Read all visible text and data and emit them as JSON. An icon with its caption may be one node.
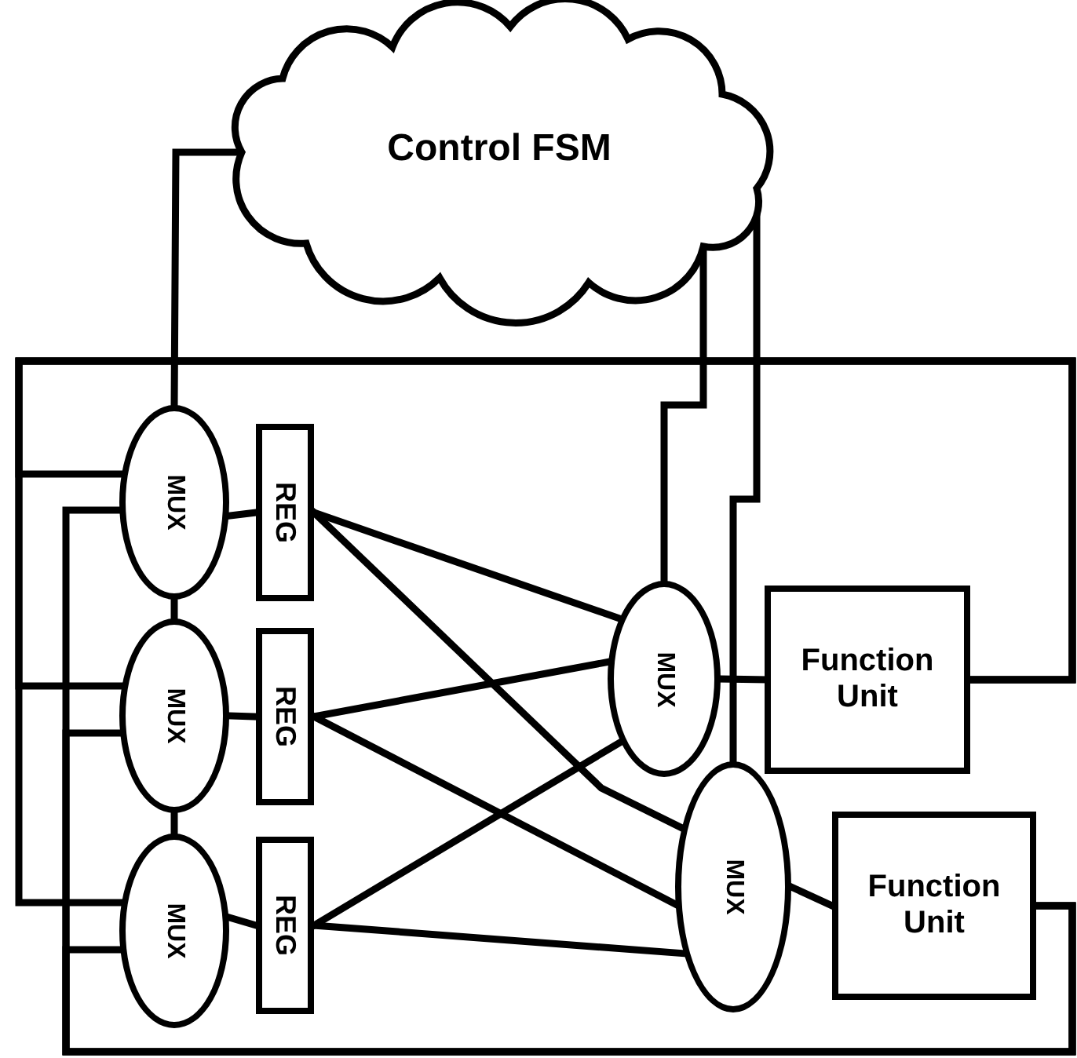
{
  "diagram": {
    "nodes": [
      {
        "text": [
          "Control FSM"
        ]
      },
      {
        "text": [
          "MUX"
        ]
      },
      {
        "text": [
          "REG"
        ]
      },
      {
        "text": [
          "MUX"
        ]
      },
      {
        "text": [
          "REG"
        ]
      },
      {
        "text": [
          "MUX"
        ]
      },
      {
        "text": [
          "REG"
        ]
      },
      {
        "text": [
          "MUX"
        ]
      },
      {
        "text": [
          "Function Unit"
        ]
      },
      {
        "text": [
          "MUX"
        ]
      },
      {
        "text": [
          "Function Unit"
        ]
      }
    ],
    "edges": [
      {
        "from": 0,
        "to": 1,
        "arrow": "none"
      },
      {
        "from": 0,
        "to": 7,
        "arrow": "none"
      },
      {
        "from": 0,
        "to": 9,
        "arrow": "none"
      },
      {
        "from": 1,
        "to": 2,
        "arrow": "none"
      },
      {
        "from": 1,
        "to": 3,
        "arrow": "none"
      },
      {
        "from": 3,
        "to": 4,
        "arrow": "none"
      },
      {
        "from": 3,
        "to": 5,
        "arrow": "none"
      },
      {
        "from": 5,
        "to": 6,
        "arrow": "none"
      },
      {
        "from": 2,
        "to": 7,
        "arrow": "none"
      },
      {
        "from": 2,
        "to": 9,
        "arrow": "none"
      },
      {
        "from": 4,
        "to": 7,
        "arrow": "none"
      },
      {
        "from": 4,
        "to": 9,
        "arrow": "none"
      },
      {
        "from": 6,
        "to": 7,
        "arrow": "none"
      },
      {
        "from": 6,
        "to": 9,
        "arrow": "none"
      },
      {
        "from": 7,
        "to": 8,
        "arrow": "none"
      },
      {
        "from": 9,
        "to": 10,
        "arrow": "none"
      },
      {
        "from": 8,
        "to": 1,
        "arrow": "none"
      },
      {
        "from": 8,
        "to": 3,
        "arrow": "none"
      },
      {
        "from": 8,
        "to": 5,
        "arrow": "none"
      },
      {
        "from": 10,
        "to": 1,
        "arrow": "none"
      },
      {
        "from": 10,
        "to": 3,
        "arrow": "none"
      },
      {
        "from": 10,
        "to": 5,
        "arrow": "none"
      }
    ]
  }
}
